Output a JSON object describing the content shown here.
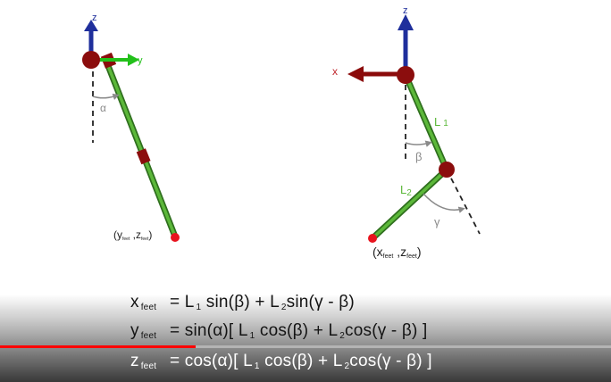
{
  "left_diagram": {
    "axis_z": "z",
    "axis_y": "y",
    "angle": "α",
    "foot_label": {
      "open": "(",
      "y": "y",
      "y_sub": "feet",
      "comma": " ,",
      "z": "z",
      "z_sub": "feet",
      "close": ")"
    }
  },
  "right_diagram": {
    "axis_z": "z",
    "axis_x": "x",
    "link1": "L",
    "link1_sub": "1",
    "link2": "L",
    "link2_sub": "2",
    "angle_beta": "β",
    "angle_gamma": "γ",
    "foot_label": {
      "open": "(",
      "x": "x",
      "x_sub": "feet",
      "comma": " ,",
      "z": "z",
      "z_sub": "feet",
      "close": ")"
    }
  },
  "equations": [
    {
      "lhs": "x",
      "lhs_sub": "feet",
      "rhs_parts": [
        "= L",
        "1",
        " sin(β) + L",
        "2",
        "sin(γ - β)"
      ]
    },
    {
      "lhs": "y",
      "lhs_sub": "feet",
      "rhs_parts": [
        "= sin(α)[ L",
        "1",
        " cos(β) + L",
        "2",
        "cos(γ - β) ]"
      ]
    },
    {
      "lhs": "z",
      "lhs_sub": "feet",
      "rhs_parts": [
        "= cos(α)[ L",
        "1",
        " cos(β) + L",
        "2",
        "cos(γ - β) ]"
      ]
    }
  ],
  "video_progress": 0.32,
  "colors": {
    "z_axis": "#1f2f9c",
    "y_axis": "#22c01a",
    "x_axis": "#8b0a0a",
    "link": "#4caf2f",
    "joint": "#8b0d0d",
    "foot": "#e8141e",
    "angle_marker": "#8a8a8a",
    "progress": "#ff0000"
  }
}
